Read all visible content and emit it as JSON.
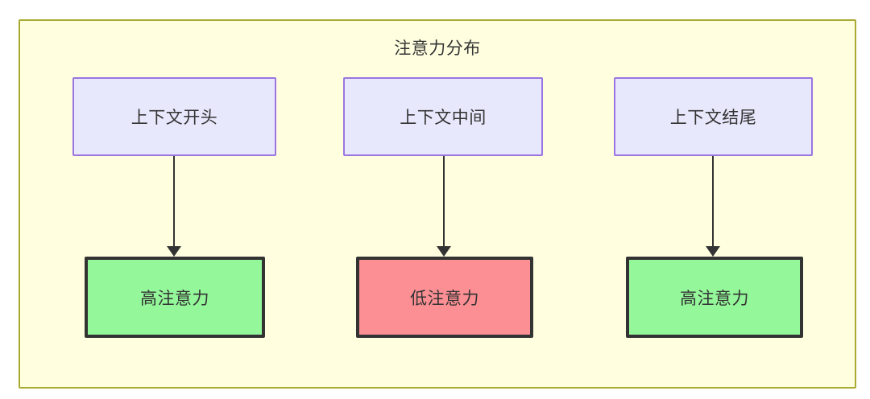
{
  "diagram": {
    "type": "flowchart",
    "title": "注意力分布",
    "background_color": "#ffffe0",
    "border_color": "#aaaa33",
    "top_nodes": [
      {
        "id": "ctx-start",
        "label": "上下文开头",
        "fill": "#e8e8fd",
        "stroke": "#9b75e0"
      },
      {
        "id": "ctx-middle",
        "label": "上下文中间",
        "fill": "#e8e8fd",
        "stroke": "#9b75e0"
      },
      {
        "id": "ctx-end",
        "label": "上下文结尾",
        "fill": "#e8e8fd",
        "stroke": "#9b75e0"
      }
    ],
    "bottom_nodes": [
      {
        "id": "attn-high-start",
        "label": "高注意力",
        "fill": "#94f79a",
        "stroke": "#333333",
        "level": "high"
      },
      {
        "id": "attn-low-middle",
        "label": "低注意力",
        "fill": "#fb8f93",
        "stroke": "#333333",
        "level": "low"
      },
      {
        "id": "attn-high-end",
        "label": "高注意力",
        "fill": "#94f79a",
        "stroke": "#333333",
        "level": "high"
      }
    ],
    "edges": [
      {
        "from": "ctx-start",
        "to": "attn-high-start",
        "label": ""
      },
      {
        "from": "ctx-middle",
        "to": "attn-low-middle",
        "label": ""
      },
      {
        "from": "ctx-end",
        "to": "attn-high-end",
        "label": ""
      }
    ]
  }
}
